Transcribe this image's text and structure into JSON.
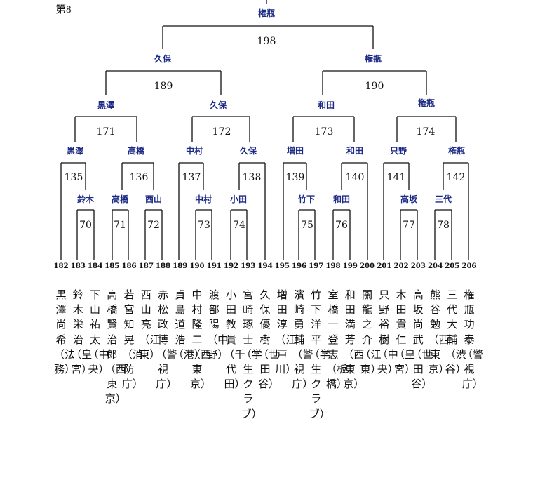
{
  "page_label": "第8",
  "final_winner": "権瓶",
  "semifinal_winners": [
    "久保",
    "権瓶"
  ],
  "matches": {
    "m198": "198",
    "m189": "189",
    "m190": "190",
    "m171": "171",
    "m172": "172",
    "m173": "173",
    "m174": "174",
    "m135": "135",
    "m136": "136",
    "m137": "137",
    "m138": "138",
    "m139": "139",
    "m140": "140",
    "m141": "141",
    "m142": "142",
    "m70": "70",
    "m71": "71",
    "m72": "72",
    "m73": "73",
    "m74": "74",
    "m75": "75",
    "m76": "76",
    "m77": "77",
    "m78": "78"
  },
  "winners": {
    "w189": "久保",
    "w190": "権瓶",
    "w171": "黒澤",
    "w172": "久保",
    "w173": "和田",
    "w174": "権瓶",
    "w135": "黒澤",
    "w136": "高橋",
    "w137": "中村",
    "w138": "久保",
    "w139": "増田",
    "w140": "和田",
    "w141": "只野",
    "w142": "権瓶",
    "w70": "鈴木",
    "w71": "高橋",
    "w72": "西山",
    "w73": "中村",
    "w74": "小田",
    "w75": "竹下",
    "w76": "和田",
    "w77": "高坂",
    "w78": "三代"
  },
  "players": [
    {
      "no": "182",
      "name": "黒澤尚希",
      "team": "（法務）"
    },
    {
      "no": "183",
      "name": "鈴木栄治",
      "team": "（皇宮）"
    },
    {
      "no": "184",
      "name": "下山祐太",
      "team": "（中央）"
    },
    {
      "no": "185",
      "name": "高橋賢治郎",
      "team": "（西東京）"
    },
    {
      "no": "186",
      "name": "若宮知晃",
      "team": "（消防庁）"
    },
    {
      "no": "187",
      "name": "西山亮",
      "team": "（江東）"
    },
    {
      "no": "188",
      "name": "赤松政博",
      "team": "（警視庁）"
    },
    {
      "no": "189",
      "name": "貞島道浩",
      "team": "（港）"
    },
    {
      "no": "190",
      "name": "中村隆二",
      "team": "（西東京）"
    },
    {
      "no": "191",
      "name": "渡部陽",
      "team": "（中野）"
    },
    {
      "no": "192",
      "name": "小田教貴",
      "team": "（千代田）"
    },
    {
      "no": "193",
      "name": "宮崎琢士",
      "team": "（学生クラブ）"
    },
    {
      "no": "194",
      "name": "久保優樹",
      "team": "（世田谷）"
    },
    {
      "no": "195",
      "name": "増田淳",
      "team": "（江戸川）"
    },
    {
      "no": "196",
      "name": "濱崎勇輔",
      "team": "（警視庁）"
    },
    {
      "no": "197",
      "name": "竹下洋平",
      "team": "（学生クラブ）"
    },
    {
      "no": "198",
      "name": "室橋一登志",
      "team": "（板橋）"
    },
    {
      "no": "199",
      "name": "和田満芳",
      "team": "（西東京）"
    },
    {
      "no": "200",
      "name": "關龍之介",
      "team": "（江東）"
    },
    {
      "no": "201",
      "name": "只野裕樹",
      "team": "（中央）"
    },
    {
      "no": "202",
      "name": "木田貴仁",
      "team": "（皇宮）"
    },
    {
      "no": "203",
      "name": "高坂尚武",
      "team": "（世田谷）"
    },
    {
      "no": "204",
      "name": "熊谷勉",
      "team": "（西東京）"
    },
    {
      "no": "205",
      "name": "三代大輔",
      "team": "（渋谷）"
    },
    {
      "no": "206",
      "name": "権瓶功泰",
      "team": "（警視庁）"
    }
  ]
}
